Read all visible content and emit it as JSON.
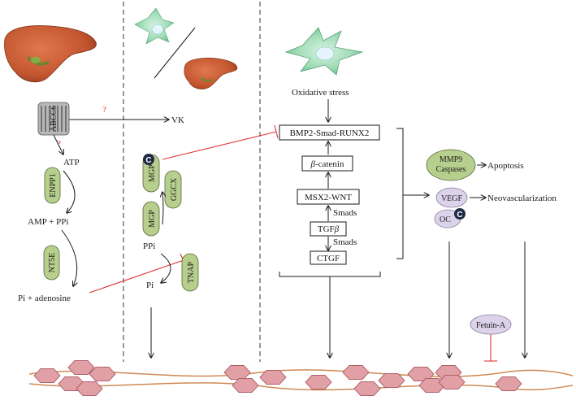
{
  "labels": {
    "vk": "VK",
    "q1": "?",
    "q2": "?",
    "atp": "ATP",
    "amp_ppi": "AMP + PPi",
    "pi_adenosine": "Pi + adenosine",
    "ppi": "PPi",
    "pi": "Pi",
    "oxidative_stress": "Oxidative stress",
    "smads_up": "Smads",
    "smads_down": "Smads",
    "apoptosis": "Apoptosis",
    "neovascularization": "Neovascularization"
  },
  "proteins": {
    "abcc6": "ABCC6",
    "enpp1": "ENPP1",
    "nt5e": "NT5E",
    "mgp_top": "MGP",
    "mgp_bottom": "MGP",
    "ggcx": "GGCX",
    "tnap": "TNAP",
    "mmp9": "MMP9",
    "caspases": "Caspases",
    "vegf": "VEGF",
    "oc": "OC",
    "fetuin": "Fetuin-A"
  },
  "boxes": {
    "bmp2": "BMP2-Smad-RUNX2",
    "catenin_prefix": "β",
    "catenin_suffix": "-catenin",
    "msx2": "MSX2-WNT",
    "tgf_prefix": "TGF",
    "tgf_beta": "β",
    "ctgf": "CTGF"
  },
  "badges": {
    "carboxyl_mgp": "C",
    "carboxyl_oc": "C"
  },
  "colors": {
    "protein_green": "#b7cf8d",
    "protein_violet": "#dcd3ea",
    "inhibition_red": "#e23232",
    "hexagon_pink": "#e0a0a6",
    "liver_brown": "#c2552f",
    "cell_green": "#8fd3a8",
    "fiber_orange": "#cf8a55"
  }
}
